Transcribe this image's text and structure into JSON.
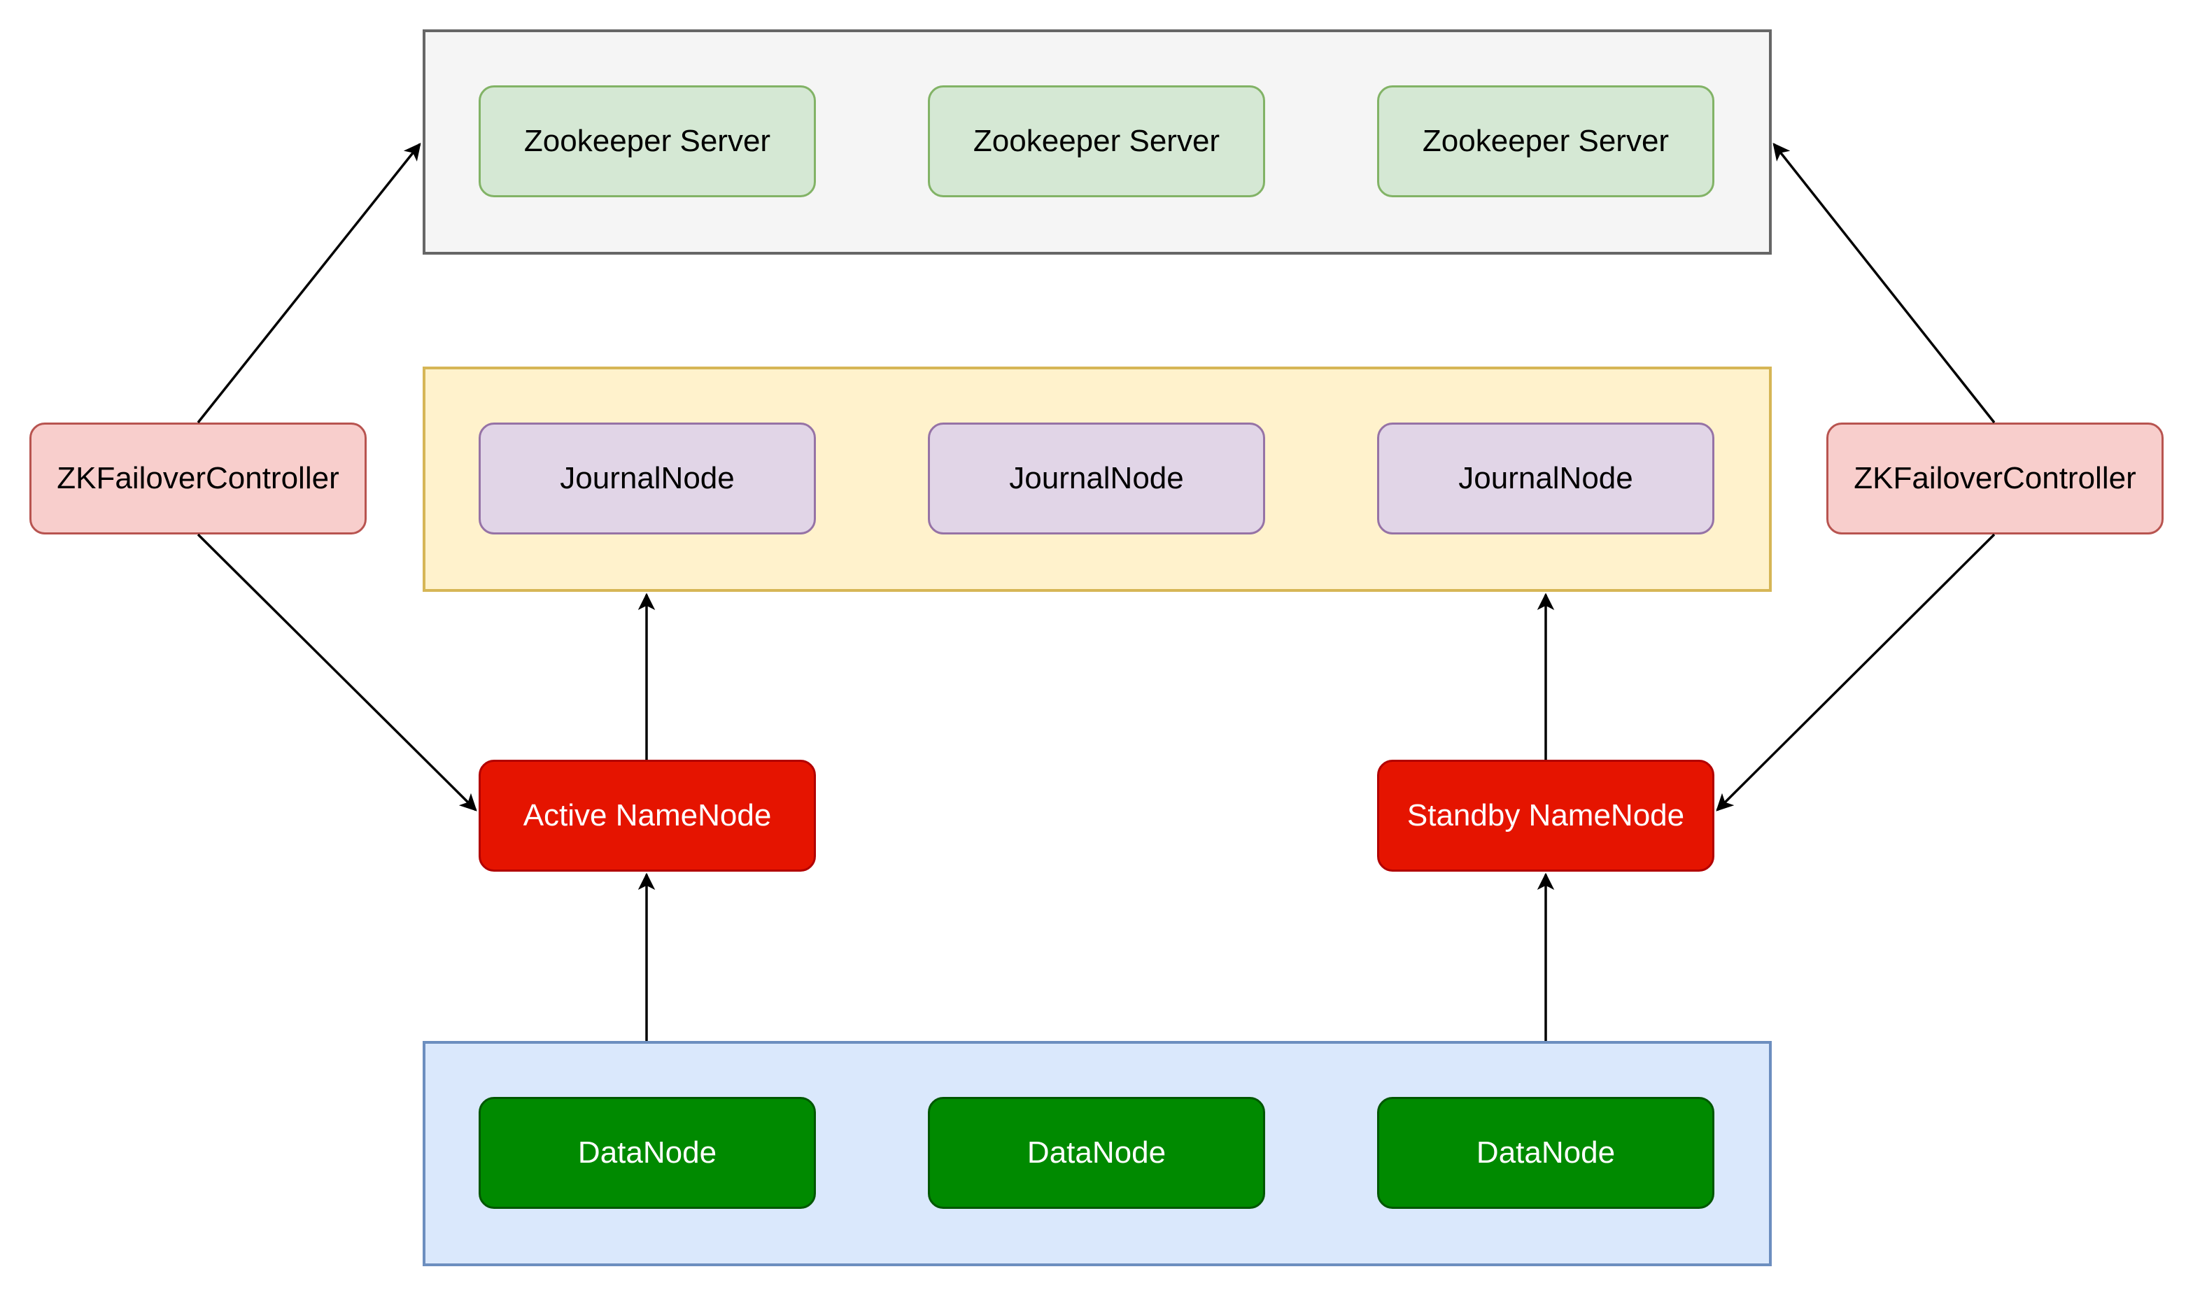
{
  "colors": {
    "zookeeper_group_fill": "#f5f5f5",
    "zookeeper_group_border": "#666666",
    "journal_group_fill": "#fff2cc",
    "journal_group_border": "#d6b656",
    "datanode_group_fill": "#dae8fc",
    "datanode_group_border": "#6c8ebf",
    "zookeeper_fill": "#d5e8d4",
    "zookeeper_border": "#82b366",
    "journal_fill": "#e1d5e7",
    "journal_border": "#9673a6",
    "zkfc_fill": "#f8cecc",
    "zkfc_border": "#b85450",
    "namenode_fill": "#e51400",
    "namenode_border": "#b20000",
    "datanode_fill": "#008a00",
    "datanode_border": "#005700",
    "arrow": "#000000"
  },
  "zookeeper_servers": [
    "Zookeeper Server",
    "Zookeeper Server",
    "Zookeeper Server"
  ],
  "journal_nodes": [
    "JournalNode",
    "JournalNode",
    "JournalNode"
  ],
  "data_nodes": [
    "DataNode",
    "DataNode",
    "DataNode"
  ],
  "zkfc": {
    "left": "ZKFailoverController",
    "right": "ZKFailoverController"
  },
  "namenodes": {
    "active": "Active NameNode",
    "standby": "Standby NameNode"
  },
  "connections": [
    {
      "from": "ZKFailoverController (left)",
      "to": "Zookeeper group"
    },
    {
      "from": "ZKFailoverController (right)",
      "to": "Zookeeper group"
    },
    {
      "from": "ZKFailoverController (left)",
      "to": "Active NameNode"
    },
    {
      "from": "ZKFailoverController (right)",
      "to": "Standby NameNode"
    },
    {
      "from": "Active NameNode",
      "to": "JournalNode group"
    },
    {
      "from": "Standby NameNode",
      "to": "JournalNode group"
    },
    {
      "from": "DataNode group",
      "to": "Active NameNode"
    },
    {
      "from": "DataNode group",
      "to": "Standby NameNode"
    }
  ]
}
